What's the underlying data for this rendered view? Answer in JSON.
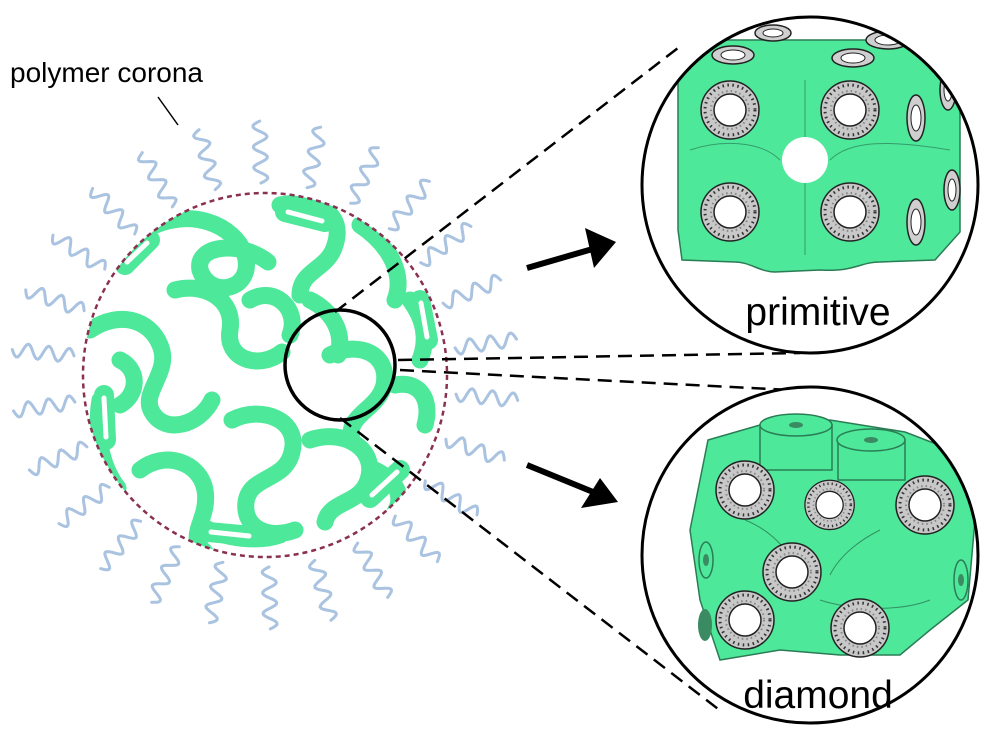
{
  "labels": {
    "corona": "polymer corona",
    "primitive": "primitive",
    "diamond": "diamond"
  },
  "colors": {
    "green": "#4ee89a",
    "green_dark": "#2a7c55",
    "corona_strand": "#aac3e0",
    "boundary": "#8a3050",
    "ink": "#000000",
    "shell": "#c9c9c9"
  },
  "icons": [
    "arrow-right-icon"
  ]
}
